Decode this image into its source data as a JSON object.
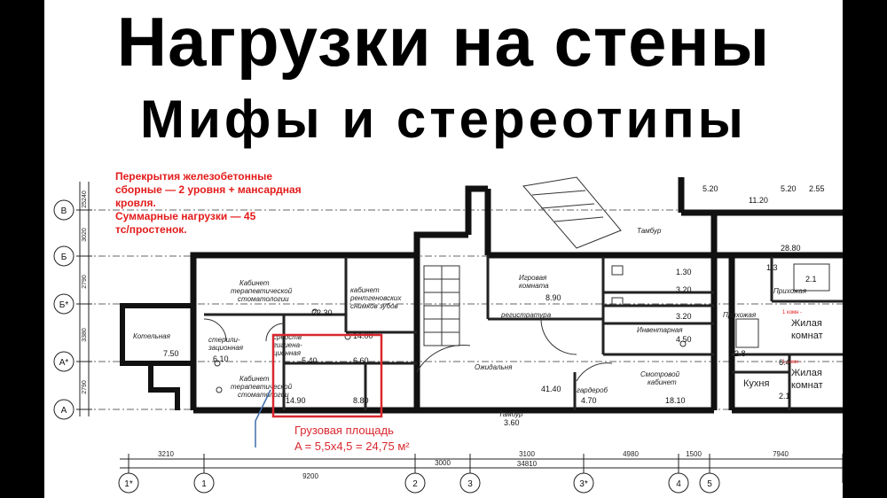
{
  "title_line1": "Нагрузки на стены",
  "title_line2": "Мифы и стереотипы",
  "note": {
    "line1": "Перекрытия железобетонные",
    "line2": "сборные — 2 уровня + мансардная",
    "line3": "кровля.",
    "line4": "Суммарные нагрузки — 45",
    "line5": "тс/простенок."
  },
  "colors": {
    "note_red": "#e31b1b",
    "highlight_red": "#d9282f",
    "arrow_blue": "#3f6fa8"
  },
  "load_area": {
    "label": "Грузовая площадь",
    "formula": "A = 5,5x4,5 = 24,75 м²"
  },
  "axes_rows": [
    "В",
    "Б",
    "Б*",
    "А*",
    "А"
  ],
  "axes_cols": [
    "1*",
    "1",
    "2",
    "3",
    "3*",
    "4",
    "5"
  ],
  "row_dims": [
    "25240",
    "3020",
    "2790",
    "3380",
    "2790"
  ],
  "col_dims": [
    "3210",
    "9200",
    "3000",
    "3100",
    "4980",
    "1500",
    "7940"
  ],
  "total_dim": "34810",
  "rooms": {
    "kab_ter1_a": "Кабинет",
    "kab_ter1_b": "терапевтической",
    "kab_ter1_c": "стоматологии",
    "kab_ter1_area": "22.30",
    "kab_rent_a": "кабинет",
    "kab_rent_b": "рентгеновских",
    "kab_rent_c": "снимков зубов",
    "kab_rent_area": "14.00",
    "kotel": "Котельная",
    "kotel_area": "7.50",
    "steril_a": "стерили-",
    "steril_b": "зационная",
    "steril_area": "6.10",
    "sredstva_a": "средств",
    "sredstva_b": "гигиена-",
    "sredstva_c": "ционная",
    "sredstva_area": "5.40",
    "room_660": "6.60",
    "kab_ter2_a": "Кабинет",
    "kab_ter2_b": "терапевтической",
    "kab_ter2_c": "стоматологии",
    "area_1490": "14.90",
    "area_880": "8.80",
    "igrovaya_a": "Игровая",
    "igrovaya_b": "комната",
    "igrovaya_area": "8.90",
    "registratura": "регистратура",
    "ozhidalnya": "Ожидальня",
    "ozhidalnya_area": "41.40",
    "garderob": "гардероб",
    "garderob_area": "4.70",
    "tambur_bottom": "Тамбур",
    "tambur_bottom_area": "3.60",
    "smotrovoy_a": "Смотровой",
    "smotrovoy_b": "кабинет",
    "smotrovoy_area": "18.10",
    "inventarnaya": "Инвентарная",
    "inventarnaya_area": "4.50",
    "area_130": "1.30",
    "area_320a": "3.20",
    "area_320b": "3.20",
    "tambur_top": "Тамбур",
    "area_2880": "28.80",
    "area_520": "5.20",
    "area_1120": "11.20",
    "area_520b": "5.20",
    "area_255": "2.55",
    "area_13": "1.3",
    "area_21": "2.1",
    "prikhozhaya1": "Прихожая",
    "prikhozhaya2": "Прихожая",
    "komn1_a": "1 комн -",
    "komn1_b": "Жилая",
    "komn1_c": "комнат",
    "komn2_a": "1 комн -",
    "komn2_b": "Жилая",
    "komn2_c": "комнат",
    "kukhnya": "Кухня",
    "area_28": "2.8",
    "area_64": "6.4",
    "area_21b": "2.1"
  }
}
